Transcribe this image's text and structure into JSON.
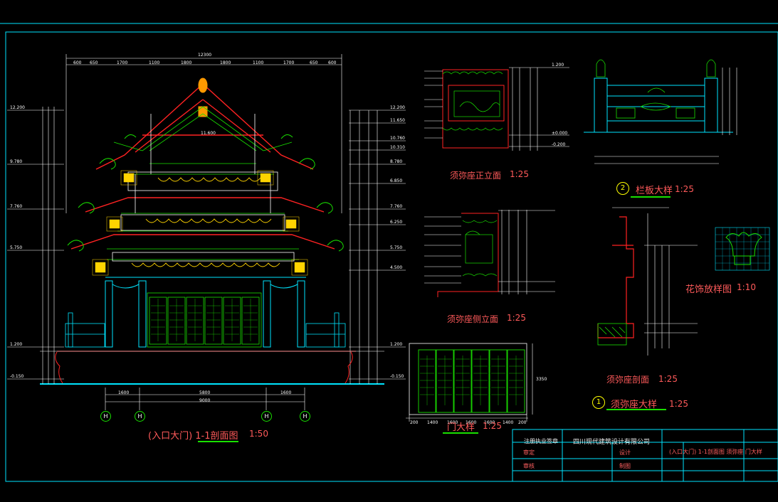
{
  "drawing": {
    "views": {
      "section": {
        "title": "(入口大门) 1-1剖面图",
        "scale": "1:50"
      },
      "front": {
        "title": "须弥座正立面",
        "scale": "1:25"
      },
      "side": {
        "title": "须弥座侧立面",
        "scale": "1:25"
      },
      "door": {
        "title": "门大样",
        "scale": "1:25"
      },
      "railing": {
        "num": "2",
        "title": "栏板大样",
        "scale": "1:25"
      },
      "flower": {
        "title": "花饰放样图",
        "scale": "1:10"
      },
      "plinth_sec": {
        "title": "须弥座剖面",
        "scale": "1:25"
      },
      "plinth": {
        "num": "1",
        "title": "须弥座大样",
        "scale": "1:25"
      }
    },
    "dims_top": [
      "600",
      "650",
      "1700",
      "1100",
      "1800",
      "1800",
      "1100",
      "1700",
      "650",
      "600"
    ],
    "overall_width": "12300",
    "bottom_dims": [
      "1600",
      "5800",
      "1600"
    ],
    "bottom_total": "9000",
    "axes": [
      "H",
      "H",
      "H",
      "H"
    ],
    "left_levels": [
      "12.200",
      "9.780",
      "7.760",
      "5.750",
      "1.200",
      "-0.150"
    ],
    "right_levels": [
      "12.200",
      "11.650",
      "10.760",
      "10.310",
      "8.780",
      "6.850",
      "7.760",
      "6.250",
      "5.750",
      "4.500",
      "1.200",
      "-0.150"
    ],
    "ridge_level": "11.600",
    "door_dims": [
      "200",
      "1400",
      "1600",
      "1600",
      "1600",
      "1400",
      "200"
    ],
    "door_height": "3350",
    "plinth_levels": [
      "1.200",
      "±0.000",
      "-0.200"
    ],
    "title_block": {
      "seal": "注册执业签章",
      "company": "四川现代建筑设计有限公司",
      "drawing_name": "(入口大门) 1-1剖面图  须弥座  门大样",
      "approve": "审定",
      "check": "审核",
      "design": "设计",
      "draw": "制图"
    }
  }
}
